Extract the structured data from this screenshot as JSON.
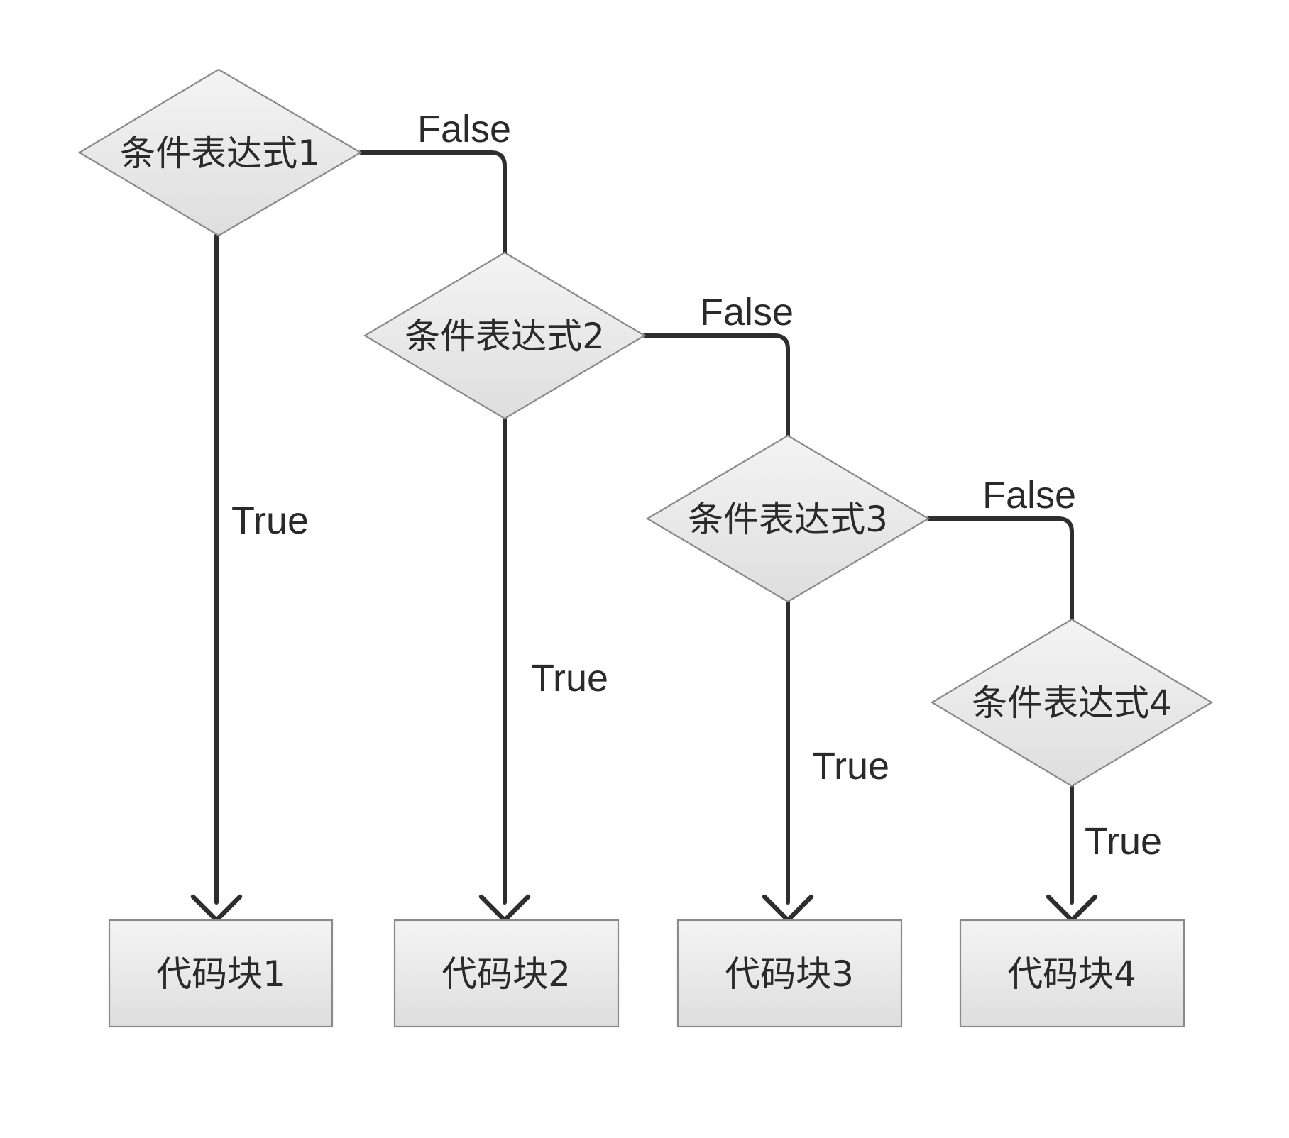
{
  "diagram": {
    "conditions": [
      {
        "id": "cond1",
        "label": "条件表达式1"
      },
      {
        "id": "cond2",
        "label": "条件表达式2"
      },
      {
        "id": "cond3",
        "label": "条件表达式3"
      },
      {
        "id": "cond4",
        "label": "条件表达式4"
      }
    ],
    "blocks": [
      {
        "id": "block1",
        "label": "代码块1"
      },
      {
        "id": "block2",
        "label": "代码块2"
      },
      {
        "id": "block3",
        "label": "代码块3"
      },
      {
        "id": "block4",
        "label": "代码块4"
      }
    ],
    "edges": [
      {
        "from": "cond1",
        "to": "block1",
        "label": "True"
      },
      {
        "from": "cond1",
        "to": "cond2",
        "label": "False"
      },
      {
        "from": "cond2",
        "to": "block2",
        "label": "True"
      },
      {
        "from": "cond2",
        "to": "cond3",
        "label": "False"
      },
      {
        "from": "cond3",
        "to": "block3",
        "label": "True"
      },
      {
        "from": "cond3",
        "to": "cond4",
        "label": "False"
      },
      {
        "from": "cond4",
        "to": "block4",
        "label": "True"
      }
    ],
    "colors": {
      "shape_fill_top": "#f4f4f4",
      "shape_fill_bottom": "#dedede",
      "shape_border": "#8a8a8a",
      "line": "#2e2e2e",
      "text": "#2a2a2a"
    }
  }
}
